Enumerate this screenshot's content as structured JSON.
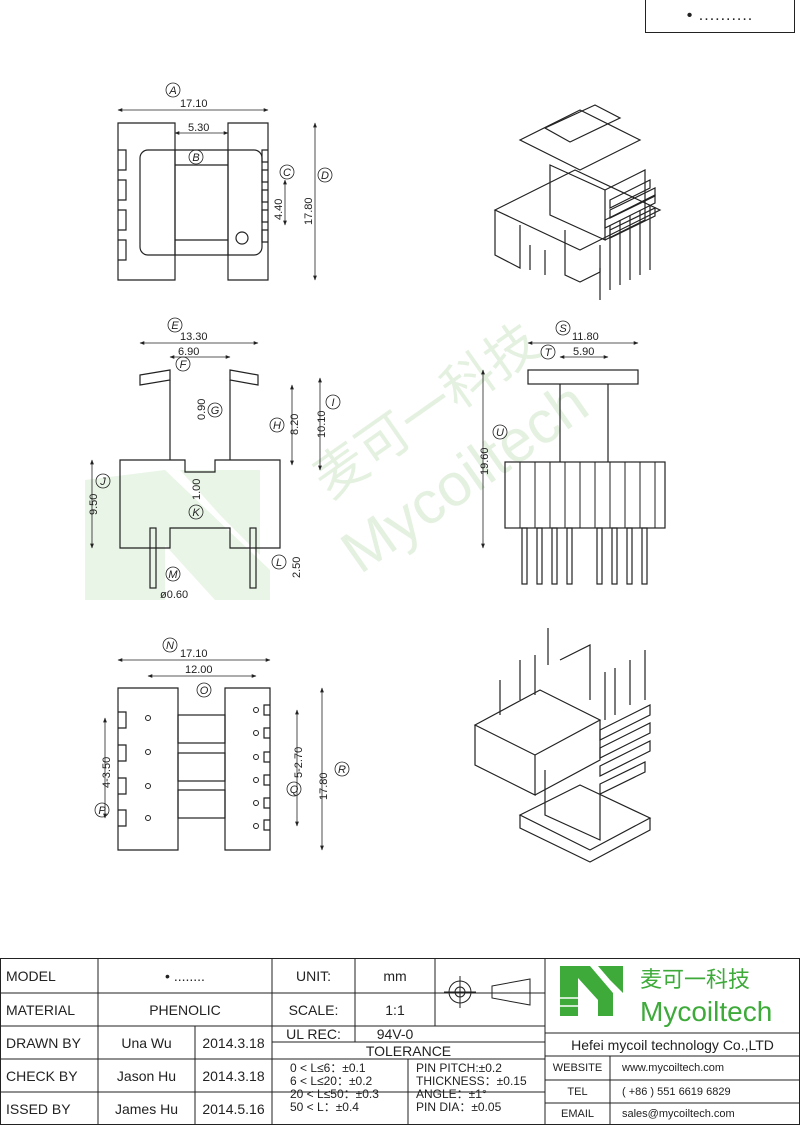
{
  "part_number": "• ..........",
  "watermark": {
    "cn": "麦可一科技",
    "en": "Mycoiltech"
  },
  "dims": {
    "A": "17.10",
    "B": "5.30",
    "C": "4.40",
    "D": "17.80",
    "E": "13.30",
    "F": "6.90",
    "G": "0.90",
    "H": "8.20",
    "I": "10.10",
    "J": "9.50",
    "K": "1.00",
    "L": "2.50",
    "M": "ø0.60",
    "S": "11.80",
    "T": "5.90",
    "U": "19.60",
    "N": "17.10",
    "O": "12.00",
    "P": "4-3.50",
    "Q": "5-2.70",
    "R": "17.80"
  },
  "letters": [
    "A",
    "B",
    "C",
    "D",
    "E",
    "F",
    "G",
    "H",
    "I",
    "J",
    "K",
    "L",
    "M",
    "N",
    "O",
    "P",
    "Q",
    "R",
    "S",
    "T",
    "U"
  ],
  "title_block": {
    "model_label": "MODEL",
    "model_value": "• ........",
    "material_label": "MATERIAL",
    "material_value": "PHENOLIC",
    "drawn_label": "DRAWN BY",
    "drawn_name": "Una Wu",
    "drawn_date": "2014.3.18",
    "check_label": "CHECK BY",
    "check_name": "Jason Hu",
    "check_date": "2014.3.18",
    "issued_label": "ISSED BY",
    "issued_name": "James Hu",
    "issued_date": "2014.5.16",
    "unit_label": "UNIT:",
    "unit_value": "mm",
    "scale_label": "SCALE:",
    "scale_value": "1:1",
    "ulrec_label": "UL REC:",
    "ulrec_value": "94V-0",
    "tolerance_label": "TOLERANCE",
    "tol1": "0 < L≤6：±0.1",
    "tol2": "6 < L≤20：±0.2",
    "tol3": "20 < L≤50：±0.3",
    "tol4": "50 < L：±0.4",
    "pin1": "PIN PITCH:±0.2",
    "pin2": "THICKNESS：±0.15",
    "pin3": "ANGLE：±1°",
    "pin4": "PIN DIA：±0.05",
    "brand_cn": "麦可一科技",
    "brand_en": "Mycoiltech",
    "company": "Hefei mycoil technology Co.,LTD",
    "website_label": "WEBSITE",
    "website_value": "www.mycoiltech.com",
    "tel_label": "TEL",
    "tel_value": "( +86 ) 551 6619 6829",
    "email_label": "EMAIL",
    "email_value": "sales@mycoiltech.com"
  },
  "colors": {
    "brand_green": "#3daa3a",
    "line": "#222222",
    "watermark": "#e6f3e2"
  }
}
